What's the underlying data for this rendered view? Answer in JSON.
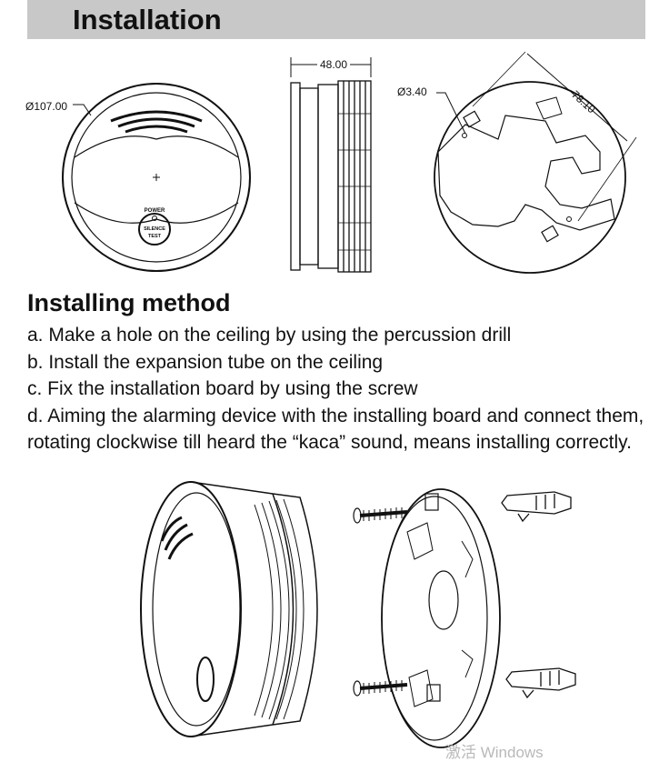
{
  "page": {
    "title": "Installation",
    "section_title": "Installing method",
    "steps": [
      "a.  Make a hole on the ceiling by using the percussion drill",
      "b.  Install the expansion tube on the ceiling",
      "c.  Fix the installation board by using the screw",
      "d.  Aiming the alarming device with the installing board and connect them, rotating clockwise till heard the “kaca” sound, means installing correctly."
    ]
  },
  "drawing": {
    "dim_diameter": "Ø107.00",
    "dim_height": "48.00",
    "dim_hole": "Ø3.40",
    "dim_spacing": "78.10",
    "button_power": "POWER",
    "button_silence": "SILENCE",
    "button_test": "TEST"
  },
  "watermark": "激活 Windows"
}
